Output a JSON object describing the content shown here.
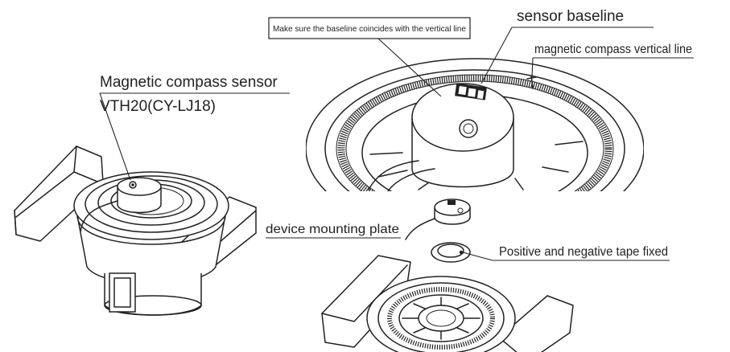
{
  "labels": {
    "sensor_title": "Magnetic compass sensor",
    "sensor_model": "VTH20(CY-LJ18)",
    "instruction": "Make sure the baseline coincides with the vertical line",
    "sensor_baseline": "sensor baseline",
    "compass_vertical_line": "magnetic compass vertical line",
    "mounting_plate": "device mounting plate",
    "tape_fixed": "Positive and negative tape fixed"
  },
  "colors": {
    "ink": "#222222",
    "background": "#ffffff"
  }
}
